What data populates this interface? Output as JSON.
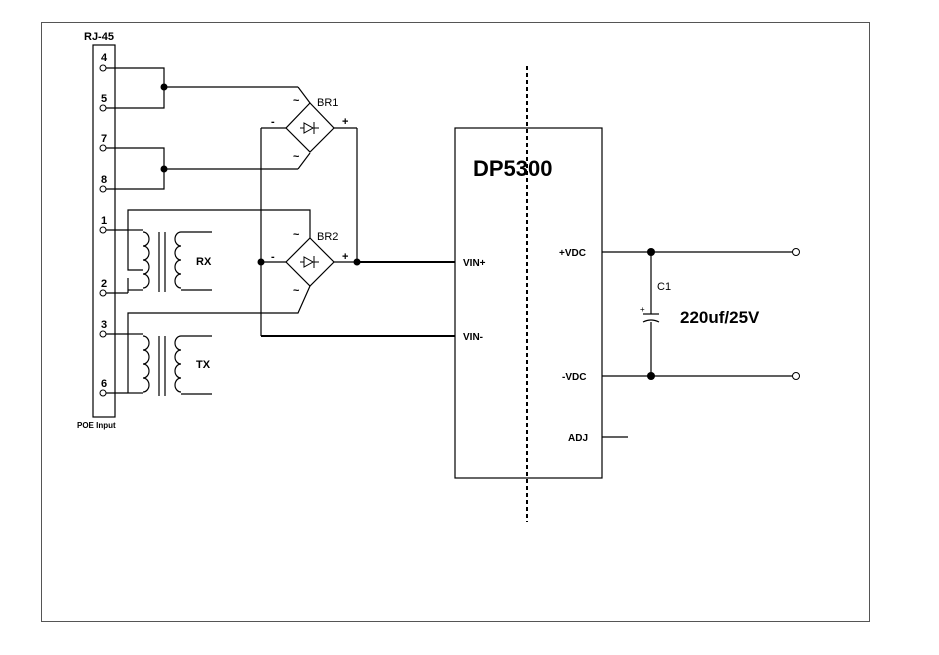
{
  "connector": {
    "title": "RJ-45",
    "footer": "POE Input",
    "pins": [
      "4",
      "5",
      "7",
      "8",
      "1",
      "2",
      "3",
      "6"
    ]
  },
  "bridges": {
    "br1": {
      "name": "BR1",
      "minus": "-",
      "plus": "+",
      "ac_top": "~",
      "ac_bottom": "~"
    },
    "br2": {
      "name": "BR2",
      "minus": "-",
      "plus": "+",
      "ac_top": "~",
      "ac_bottom": "~"
    }
  },
  "transformers": {
    "rx": "RX",
    "tx": "TX"
  },
  "module": {
    "title": "DP5300",
    "pins": {
      "vin_plus": "VIN+",
      "vin_minus": "VIN-",
      "vdc_plus": "+VDC",
      "vdc_minus": "-VDC",
      "adj": "ADJ"
    }
  },
  "capacitor": {
    "name": "C1",
    "value": "220uf/25V"
  }
}
